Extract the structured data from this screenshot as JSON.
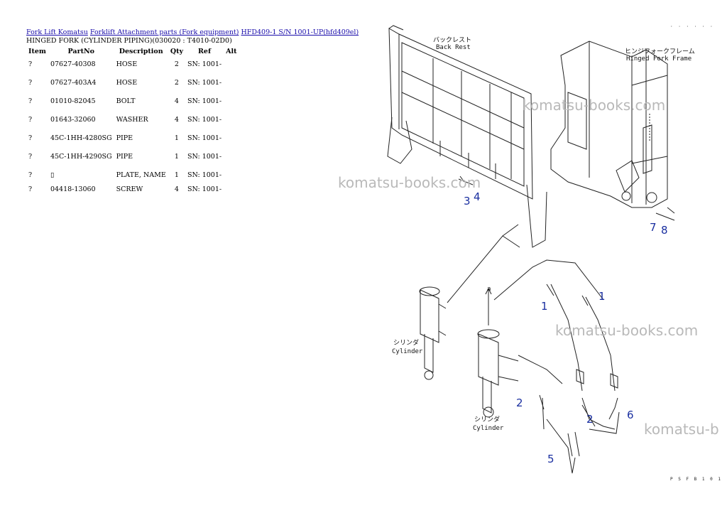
{
  "breadcrumbs": [
    {
      "label": "Fork Lift Komatsu"
    },
    {
      "label": "Forklift Attachment parts (Fork equipment)"
    },
    {
      "label": "HFD409-1 S/N 1001-UP(hfd409el)"
    }
  ],
  "page_title": "HINGED FORK (CYLINDER PIPING)(030020 : T4010-02D0)",
  "table": {
    "headers": [
      "Item",
      "PartNo",
      "Description",
      "Qty",
      "Ref",
      "Alt"
    ],
    "rows": [
      {
        "item": "?",
        "partno": "07627-40308",
        "description": "HOSE",
        "qty": "2",
        "ref": "SN: 1001-",
        "alt": ""
      },
      {
        "item": "?",
        "partno": "07627-403A4",
        "description": "HOSE",
        "qty": "2",
        "ref": "SN: 1001-",
        "alt": ""
      },
      {
        "item": "?",
        "partno": "01010-82045",
        "description": "BOLT",
        "qty": "4",
        "ref": "SN: 1001-",
        "alt": ""
      },
      {
        "item": "?",
        "partno": "01643-32060",
        "description": "WASHER",
        "qty": "4",
        "ref": "SN: 1001-",
        "alt": ""
      },
      {
        "item": "?",
        "partno": "45C-1HH-4280SG",
        "description": "PIPE",
        "qty": "1",
        "ref": "SN: 1001-",
        "alt": ""
      },
      {
        "item": "?",
        "partno": "45C-1HH-4290SG",
        "description": "PIPE",
        "qty": "1",
        "ref": "SN: 1001-",
        "alt": ""
      },
      {
        "item": "?",
        "partno": "▯",
        "description": "PLATE, NAME",
        "qty": "1",
        "ref": "SN: 1001-",
        "alt": ""
      },
      {
        "item": "?",
        "partno": "04418-13060",
        "description": "SCREW",
        "qty": "4",
        "ref": "SN: 1001-",
        "alt": ""
      }
    ]
  },
  "diagram": {
    "labels": {
      "back_rest_jp": "バックレスト",
      "back_rest_en": "Back Rest",
      "fork_frame_jp": "ヒンジフォークフレーム",
      "fork_frame_en": "Hinged Fork Frame",
      "cylinder_jp": "シリンダ",
      "cylinder_en": "Cylinder",
      "arrow_a": "a"
    },
    "callouts": [
      "1",
      "1",
      "2",
      "2",
      "3",
      "4",
      "5",
      "6",
      "7",
      "8"
    ],
    "watermark": "komatsu-books.com",
    "watermark_cut": "komatsu-b",
    "drawing_code_top": "· · · · · ·",
    "drawing_code_bottom": "P S F B 1 0 1"
  },
  "colors": {
    "link": "#1a0dab",
    "callout": "#1a2fa0",
    "watermark": "#b9b9b9"
  }
}
